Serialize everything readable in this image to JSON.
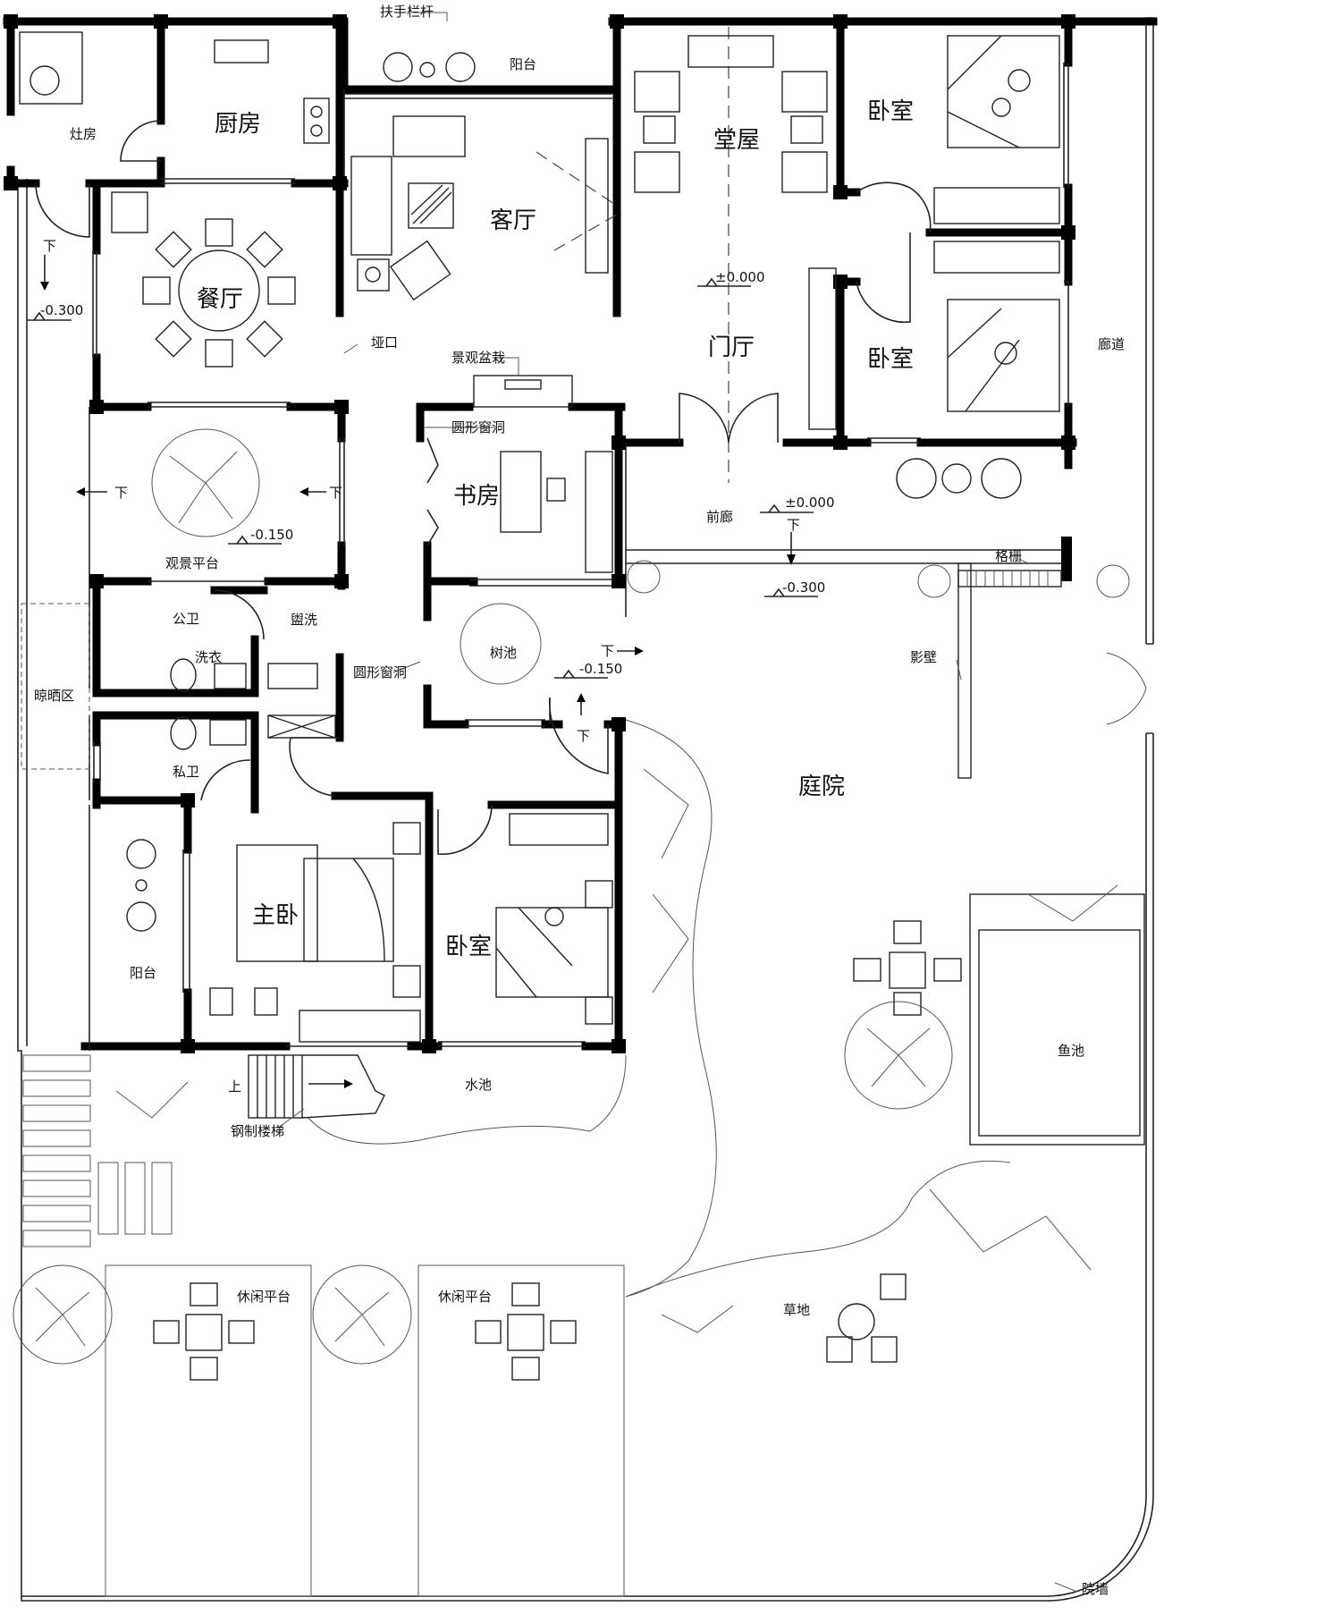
{
  "rooms": {
    "stove": "灶房",
    "kitchen": "厨房",
    "balcony_top": "阳台",
    "living": "客厅",
    "main_hall": "堂屋",
    "bedroom_ne1": "卧室",
    "bedroom_ne2": "卧室",
    "dining": "餐厅",
    "foyer": "门厅",
    "corridor_east": "廊道",
    "viewing_platform": "观景平台",
    "study": "书房",
    "front_porch": "前廊",
    "public_wc": "公卫",
    "washroom": "盥洗",
    "laundry": "洗衣",
    "drying_area": "晾晒区",
    "tree_pool": "树池",
    "private_wc": "私卫",
    "courtyard": "庭院",
    "master_bedroom": "主卧",
    "bedroom_s": "卧室",
    "balcony_west": "阳台",
    "fish_pond": "鱼池",
    "water_pool": "水池",
    "leisure_1": "休闲平台",
    "leisure_2": "休闲平台",
    "lawn": "草地"
  },
  "annotations": {
    "handrail": "扶手栏杆",
    "ridge": "垭口",
    "bonsai": "景观盆栽",
    "round_window_1": "圆形窗洞",
    "round_window_2": "圆形窗洞",
    "grille": "格栅",
    "screen_wall": "影壁",
    "steel_stair": "钢制楼梯",
    "courtyard_wall": "院墙",
    "up": "上",
    "down": "下"
  },
  "elevations": {
    "west_path": "-0.300",
    "hall": "±0.000",
    "viewing": "-0.150",
    "porch": "±0.000",
    "courtyard": "-0.300",
    "tree_pool": "-0.150"
  }
}
